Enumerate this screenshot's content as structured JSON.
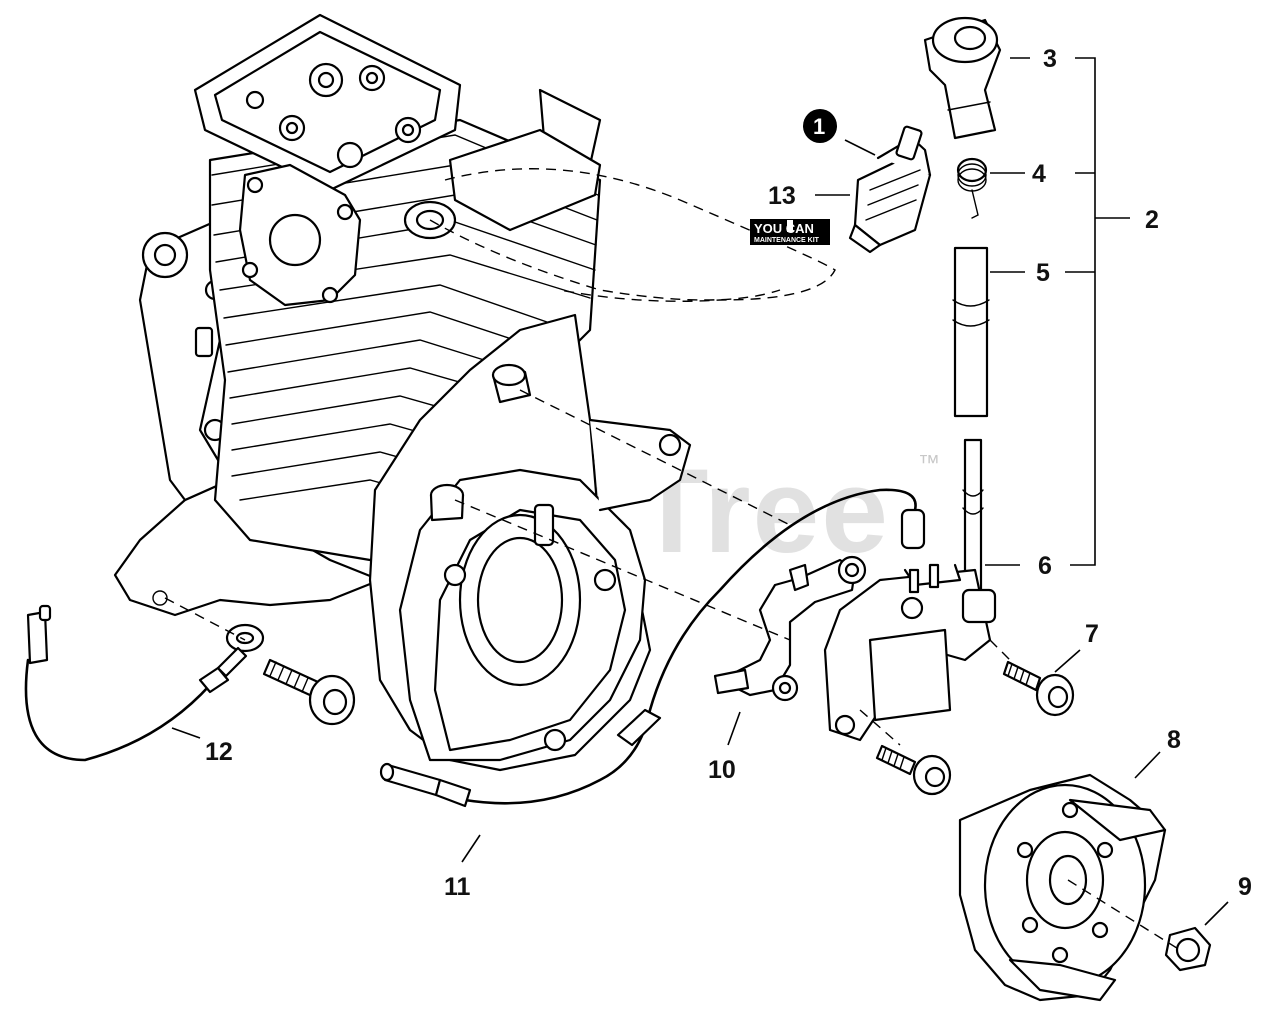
{
  "watermark": {
    "text": "PartsTree",
    "tm": "™"
  },
  "badge": {
    "line1": "YOU CAN",
    "line2": "MAINTENANCE KIT"
  },
  "callouts": {
    "c1": "1",
    "c2": "2",
    "c3": "3",
    "c4": "4",
    "c5": "5",
    "c6": "6",
    "c7": "7",
    "c8": "8",
    "c9": "9",
    "c10": "10",
    "c11": "11",
    "c12": "12",
    "c13": "13"
  }
}
